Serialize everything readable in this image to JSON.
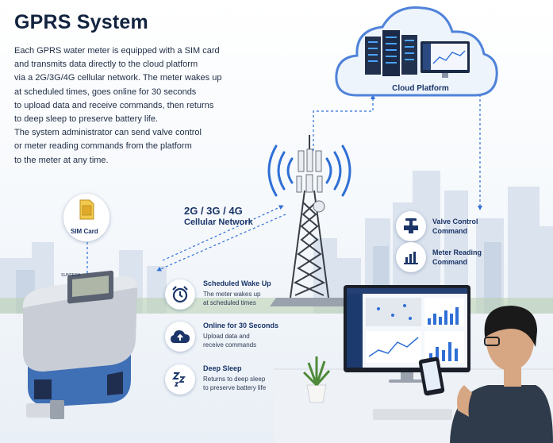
{
  "title": "GPRS System",
  "description": [
    "Each GPRS water meter is equipped with a SIM card",
    "and transmits data directly to the cloud platform",
    "via a 2G/3G/4G cellular network. The meter wakes up",
    "at scheduled times, goes online for 30 seconds",
    "to upload data and receive commands, then returns",
    "to deep sleep to preserve battery life.",
    "The system administrator can send valve control",
    "or meter reading commands from the platform",
    "to the meter at any time."
  ],
  "cloud": {
    "label": "Cloud Platform"
  },
  "network": {
    "line1": "2G / 3G / 4G",
    "line2": "Cellular Network"
  },
  "sim": {
    "label": "SIM Card"
  },
  "meter": {
    "brand": "SUNTECH"
  },
  "commands": [
    {
      "line1": "Valve Control",
      "line2": "Command",
      "icon": "valve-icon"
    },
    {
      "line1": "Meter Reading",
      "line2": "Command",
      "icon": "bar-chart-icon"
    }
  ],
  "states": [
    {
      "title": "Scheduled Wake Up",
      "line1": "The meter wakes up",
      "line2": "at scheduled times",
      "icon": "alarm-clock-icon"
    },
    {
      "title": "Online for 30 Seconds",
      "line1": "Upload data and",
      "line2": "receive commands",
      "icon": "cloud-upload-icon"
    },
    {
      "title": "Deep Sleep",
      "line1": "Returns to deep sleep",
      "line2": "to preserve battery life",
      "icon": "sleep-icon"
    }
  ],
  "colors": {
    "primary": "#1b3568",
    "accent": "#2f6fd6",
    "meter_blue": "#3f6fb5"
  }
}
